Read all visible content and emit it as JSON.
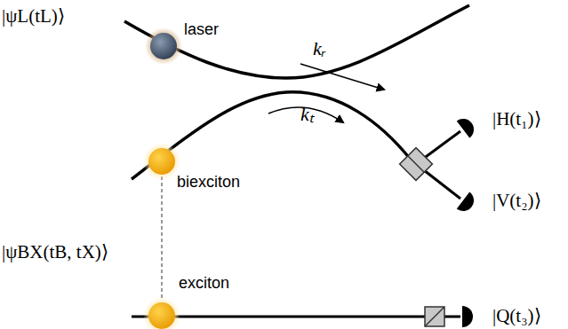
{
  "diagram": {
    "nodes": [
      {
        "text": [
          "laser"
        ]
      },
      {
        "text": [
          "biexciton"
        ]
      },
      {
        "text": [
          "exciton"
        ]
      }
    ],
    "edges": [
      {
        "from": 1,
        "to": 2,
        "arrow": "none"
      }
    ],
    "labels": [
      "|ψL(tL)⟩",
      "kᵣ",
      "kₜ",
      "|ψBX(tB, tX)⟩",
      "|H(t₁)⟩",
      "|V(t₂)⟩",
      "|Q(t₃)⟩"
    ]
  }
}
